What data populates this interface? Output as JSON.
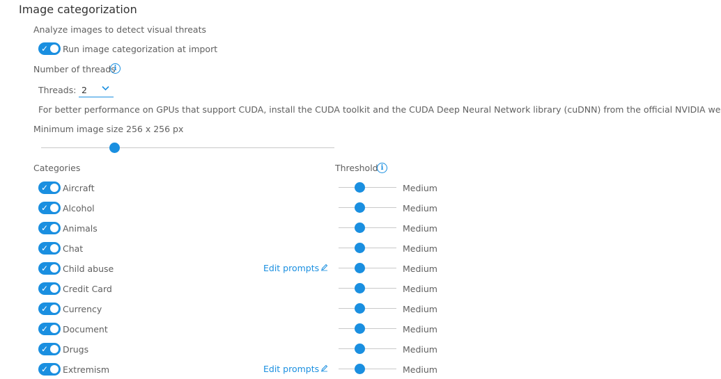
{
  "section_title": "Image categorization",
  "analyze_label": "Analyze images to detect visual threats",
  "run_at_import": {
    "label": "Run image categorization at import",
    "on": true
  },
  "threads": {
    "heading": "Number of threads",
    "label": "Threads:",
    "value": "2",
    "note": "For better performance on GPUs that support CUDA, install the CUDA toolkit and the CUDA Deep Neural Network library (cuDNN) from the official NVIDIA website."
  },
  "min_size": {
    "label": "Minimum image size 256 x 256 px",
    "slider_fraction": 0.25
  },
  "categories_header": "Categories",
  "threshold_header": "Threshold",
  "edit_prompts_label": "Edit prompts",
  "categories": [
    {
      "name": "Aircraft",
      "on": true,
      "edit": false,
      "threshold": "Medium"
    },
    {
      "name": "Alcohol",
      "on": true,
      "edit": false,
      "threshold": "Medium"
    },
    {
      "name": "Animals",
      "on": true,
      "edit": false,
      "threshold": "Medium"
    },
    {
      "name": "Chat",
      "on": true,
      "edit": false,
      "threshold": "Medium"
    },
    {
      "name": "Child abuse",
      "on": true,
      "edit": true,
      "threshold": "Medium"
    },
    {
      "name": "Credit Card",
      "on": true,
      "edit": false,
      "threshold": "Medium"
    },
    {
      "name": "Currency",
      "on": true,
      "edit": false,
      "threshold": "Medium"
    },
    {
      "name": "Document",
      "on": true,
      "edit": false,
      "threshold": "Medium"
    },
    {
      "name": "Drugs",
      "on": true,
      "edit": false,
      "threshold": "Medium"
    },
    {
      "name": "Extremism",
      "on": true,
      "edit": true,
      "threshold": "Medium"
    }
  ],
  "icons": {
    "info": "info-icon",
    "edit": "pencil-icon",
    "dropdown": "chevron-down-icon",
    "toggle_check": "check-icon"
  },
  "colors": {
    "accent": "#1a8fe0",
    "track": "#c9c9c9",
    "text": "#5f5f5f"
  }
}
